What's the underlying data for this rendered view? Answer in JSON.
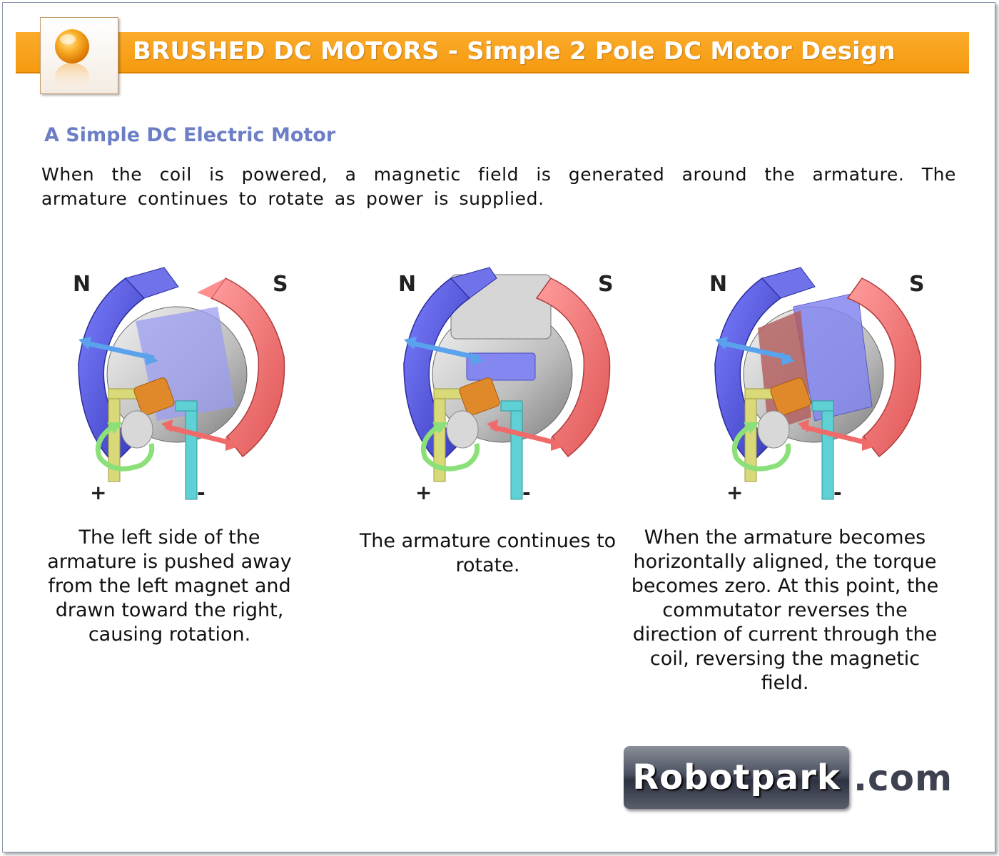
{
  "header": {
    "title": "BRUSHED DC MOTORS - Simple 2 Pole DC Motor Design"
  },
  "section": {
    "heading": "A Simple DC Electric Motor",
    "intro": "When the coil is powered, a magnetic field is generated around the armature. The armature continues to rotate as power is supplied."
  },
  "diagrams": [
    {
      "north_label": "N",
      "south_label": "S",
      "plus_label": "+",
      "minus_label": "-",
      "caption": "The left side of the armature is pushed away from the left magnet and drawn toward the right, causing rotation."
    },
    {
      "north_label": "N",
      "south_label": "S",
      "plus_label": "+",
      "minus_label": "-",
      "caption": "The armature continues to rotate."
    },
    {
      "north_label": "N",
      "south_label": "S",
      "plus_label": "+",
      "minus_label": "-",
      "caption": "When the armature becomes horizontally aligned, the torque becomes zero. At this point, the commutator reverses the direction of current through the coil, reversing the magnetic field."
    }
  ],
  "brand": {
    "name": "Robotpark",
    "suffix": ".com"
  },
  "colors": {
    "banner": "#f7a11c",
    "heading": "#6b7ec6",
    "north_magnet": "#4b4fd6",
    "south_magnet": "#f07272",
    "plus_terminal": "#d9d97a",
    "minus_terminal": "#5fd0d4",
    "commutator": "#e0892a",
    "rotation_arrow": "#8be07a"
  },
  "icons": {
    "logo": "orange-orb-icon"
  }
}
